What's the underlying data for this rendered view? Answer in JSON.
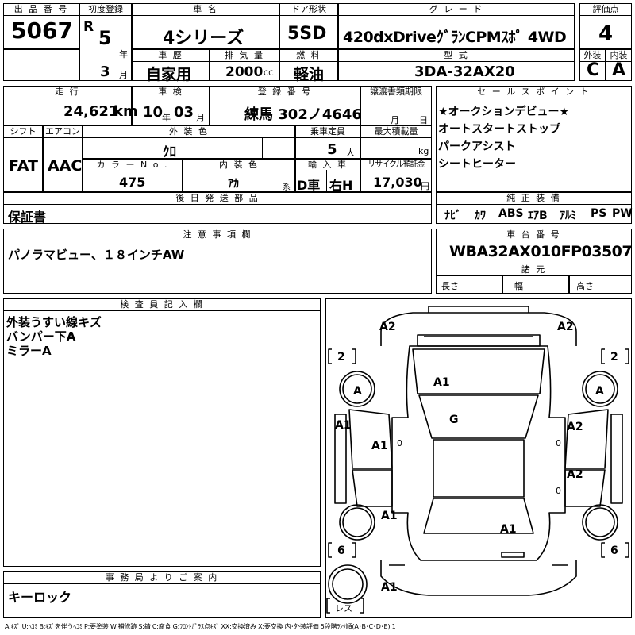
{
  "top": {
    "lot_no_label": "出 品 番 号",
    "lot_no": "5067",
    "first_reg_label": "初度登録",
    "era": "R",
    "year": "5",
    "year_unit": "年",
    "month": "3",
    "month_unit": "月",
    "car_name_label": "車   名",
    "car_name": "4シリーズ",
    "door_label": "ドア形状",
    "door": "5SD",
    "grade_label": "グ レ ー ド",
    "grade": "420dxDriveｸﾞﾗﾝCPMｽﾎﾟ  4WD",
    "score_label": "評価点",
    "score": "4",
    "history_label": "車 歴",
    "history": "自家用",
    "displacement_label": "排 気 量",
    "displacement": "2000",
    "displacement_unit": "CC",
    "fuel_label": "燃 料",
    "fuel": "軽油",
    "model_label": "型 式",
    "model": "3DA-32AX20",
    "exterior_label": "外装",
    "exterior": "C",
    "interior_label": "内装",
    "interior": "A"
  },
  "row2": {
    "mileage_label": "走 行",
    "mileage": "24,621",
    "mileage_unit": "km",
    "inspection_label": "車 検",
    "insp_year": "10",
    "insp_year_unit": "年",
    "insp_month": "03",
    "insp_month_unit": "月",
    "reg_no_label": "登 録 番 号",
    "reg_no": "練馬 302ノ4646",
    "transfer_label": "譲渡書類期限",
    "transfer_month": "月",
    "transfer_day": "日",
    "shift_label": "シフト",
    "shift": "FAT",
    "ac_label": "エアコン",
    "ac": "AAC",
    "color_label": "外 装 色",
    "color": "ｸﾛ",
    "capacity_label": "乗車定員",
    "capacity": "5",
    "capacity_unit": "人",
    "load_label": "最大積載量",
    "load_unit": "kg",
    "color_no_label": "カ ラ ー N o .",
    "color_no": "475",
    "int_color_label": "内 装 色",
    "int_color": "ｱｶ",
    "int_color_unit": "系",
    "import_label": "輸 入 車",
    "import": "D車",
    "handle": "右H",
    "recycle_label": "リサイクル預託金",
    "recycle": "17,030",
    "recycle_unit": "円",
    "later_label": "後 日 発 送 部 品",
    "later": "保証書"
  },
  "sales": {
    "label": "セ ー ル ス ポ イ ン ト",
    "points": [
      "★オークションデビュー★",
      "オートスタートストップ",
      "パークアシスト",
      "シートヒーター"
    ]
  },
  "equipment": {
    "label": "純 正 装 備",
    "items": [
      "ﾅﾋﾞ",
      "ｶﾜ",
      "ABS",
      "ｴｱB",
      "ｱﾙﾐ",
      "PS",
      "PW"
    ]
  },
  "notes": {
    "label": "注 意 事 項 欄",
    "text": "パノラマビュー、１８インチAW"
  },
  "chassis": {
    "label": "車 台 番 号",
    "number": "WBA32AX010FP03507",
    "spec_label": "諸 元",
    "length_label": "長さ",
    "width_label": "幅",
    "height_label": "高さ"
  },
  "inspector": {
    "label": "検 査 員 記 入 欄",
    "lines": [
      "外装うすい線キズ",
      "バンパー下A",
      "ミラーA"
    ]
  },
  "office": {
    "label": "事 務 局 よ り ご 案 内",
    "text": "キーロック"
  },
  "diagram": {
    "marks": [
      "A2",
      "A2",
      "A",
      "A",
      "A1",
      "G",
      "A1",
      "A2",
      "A1",
      "A2",
      "A1",
      "A1",
      "A1"
    ],
    "tyre_front_left": "2",
    "tyre_front_right": "2",
    "tyre_rear_left": "6",
    "tyre_rear_right": "6",
    "zero": "0",
    "spare_label": "レス"
  },
  "legend": "A:ｷｽﾞ  U:ﾍｺﾐ  B:ｷｽﾞを伴うﾍｺﾐ  P:要塗装  W:補修跡  S:錆  C:腐食  G:ﾌﾛﾝﾄｶﾞﾗｽ点ｷｽﾞ  XX:交換済み  X:要交換   内･外装評価  5段階ﾗﾝｸ順(A･B･C･D･E)  1"
}
